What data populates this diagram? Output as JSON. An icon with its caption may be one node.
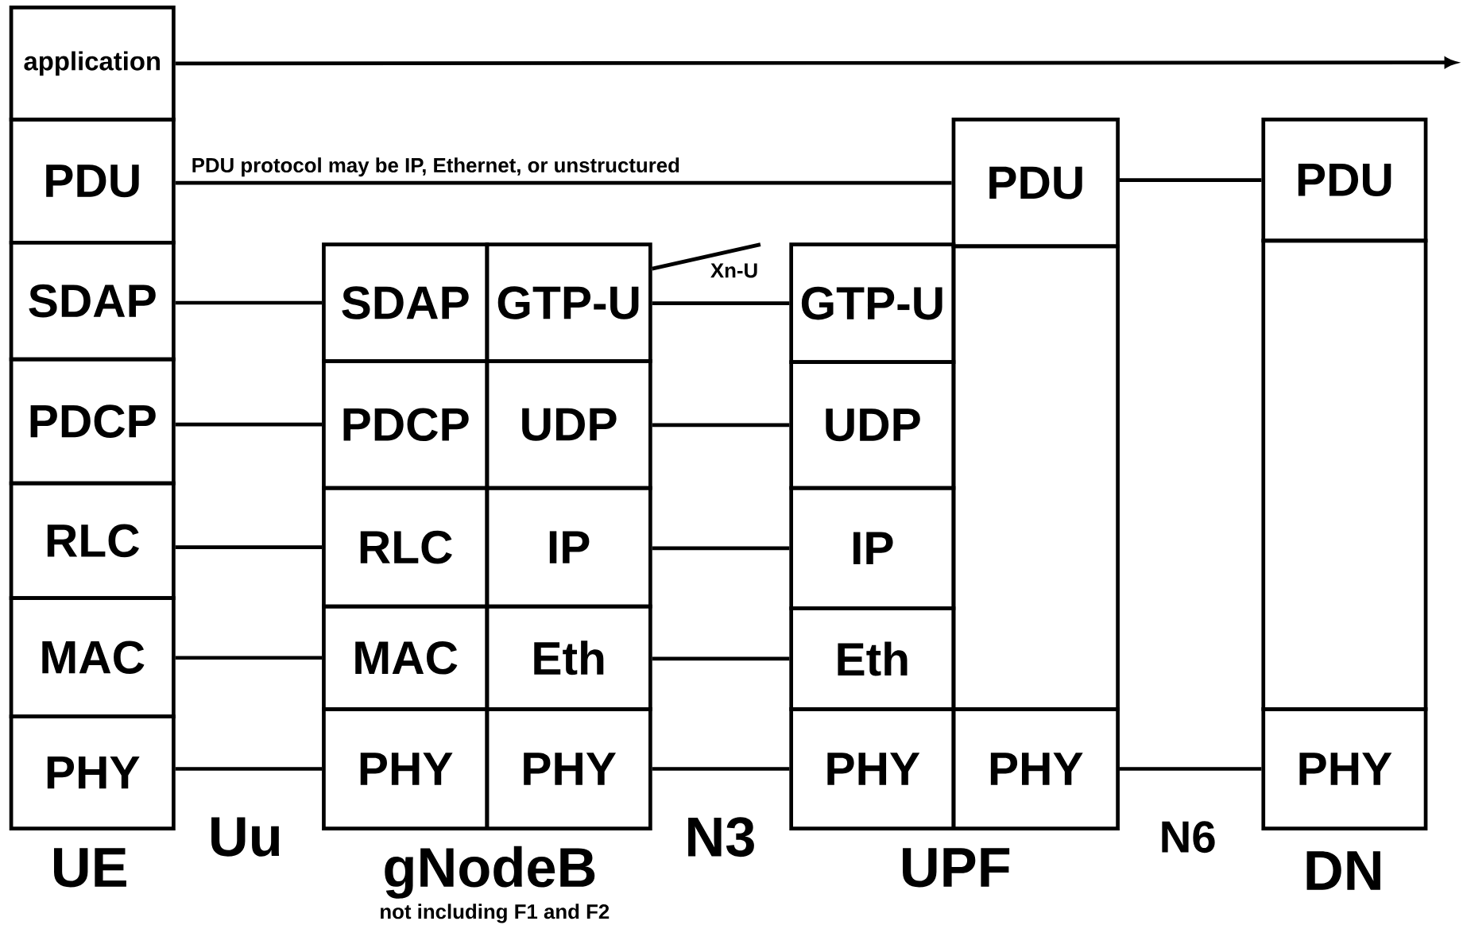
{
  "diagram": {
    "nodes": [
      {
        "text": [
          "application"
        ]
      },
      {
        "text": [
          "PDU"
        ]
      },
      {
        "text": [
          "SDAP"
        ]
      },
      {
        "text": [
          "PDCP"
        ]
      },
      {
        "text": [
          "RLC"
        ]
      },
      {
        "text": [
          "MAC"
        ]
      },
      {
        "text": [
          "PHY"
        ]
      },
      {
        "text": [
          "SDAP"
        ]
      },
      {
        "text": [
          "GTP-U"
        ]
      },
      {
        "text": [
          "PDCP"
        ]
      },
      {
        "text": [
          "UDP"
        ]
      },
      {
        "text": [
          "RLC"
        ]
      },
      {
        "text": [
          "IP"
        ]
      },
      {
        "text": [
          "MAC"
        ]
      },
      {
        "text": [
          "Eth"
        ]
      },
      {
        "text": [
          "PHY"
        ]
      },
      {
        "text": [
          "PHY"
        ]
      },
      {
        "text": [
          "GTP-U"
        ]
      },
      {
        "text": [
          "UDP"
        ]
      },
      {
        "text": [
          "IP"
        ]
      },
      {
        "text": [
          "Eth"
        ]
      },
      {
        "text": [
          "PHY"
        ]
      },
      {
        "text": [
          "PDU"
        ]
      },
      {
        "text": [],
        "shape": "box"
      },
      {
        "text": [
          "PHY"
        ]
      },
      {
        "text": [
          "PDU"
        ]
      },
      {
        "text": [],
        "shape": "box"
      },
      {
        "text": [
          "PHY"
        ]
      }
    ],
    "edges": [
      {
        "from": 0,
        "to": null,
        "arrow": "to"
      },
      {
        "from": 1,
        "to": 22,
        "arrow": "none",
        "label": "PDU protocol may be IP, Ethernet, or unstructured"
      },
      {
        "from": 22,
        "to": 25,
        "arrow": "none"
      },
      {
        "from": 2,
        "to": 7,
        "arrow": "none"
      },
      {
        "from": 3,
        "to": 9,
        "arrow": "none"
      },
      {
        "from": 4,
        "to": 11,
        "arrow": "none"
      },
      {
        "from": 5,
        "to": 13,
        "arrow": "none"
      },
      {
        "from": 6,
        "to": 15,
        "arrow": "none"
      },
      {
        "from": 8,
        "to": 17,
        "arrow": "none"
      },
      {
        "from": 10,
        "to": 18,
        "arrow": "none"
      },
      {
        "from": 12,
        "to": 19,
        "arrow": "none"
      },
      {
        "from": 14,
        "to": 20,
        "arrow": "none"
      },
      {
        "from": 16,
        "to": 21,
        "arrow": "none"
      },
      {
        "from": 8,
        "to": null,
        "arrow": "none",
        "label": "Xn-U"
      },
      {
        "from": 24,
        "to": 27,
        "arrow": "none"
      }
    ],
    "labels": [
      "UE",
      "Uu",
      "gNodeB",
      "N3",
      "UPF",
      "N6",
      "DN",
      "not including F1 and F2"
    ]
  }
}
